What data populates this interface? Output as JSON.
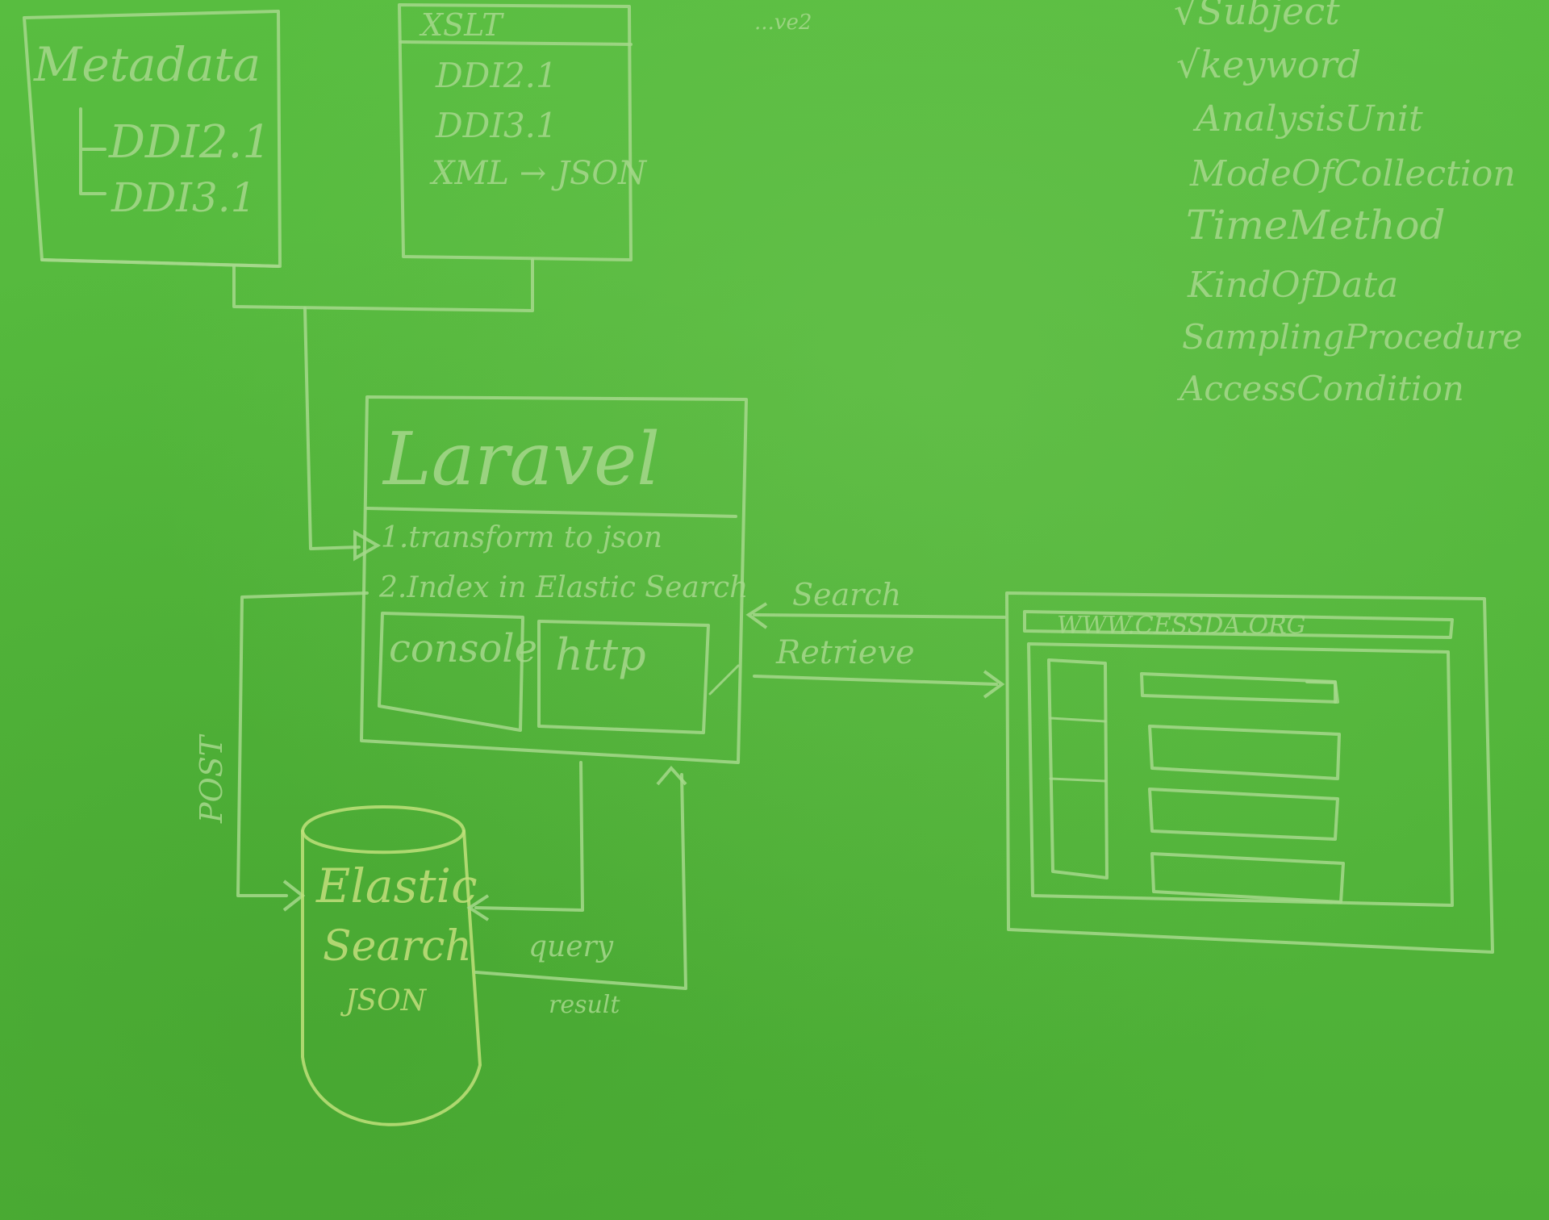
{
  "metadata_box": {
    "title": "Metadata",
    "items": [
      "DDI2.1",
      "DDI3.1"
    ]
  },
  "xslt_box": {
    "title": "XSLT",
    "items": [
      "DDI2.1",
      "DDI3.1",
      "XML → JSON"
    ]
  },
  "top_label": "...ve2",
  "fields_list": [
    "√Subject",
    "√keyword",
    "AnalysisUnit",
    "ModeOfCollection",
    "TimeMethod",
    "KindOfData",
    "SamplingProcedure",
    "AccessCondition"
  ],
  "laravel_box": {
    "title": "Laravel",
    "steps": [
      "1.transform to json",
      "2.Index in Elastic Search"
    ],
    "modules": [
      "console",
      "http"
    ]
  },
  "edges": {
    "search": "Search",
    "retrieve": "Retrieve",
    "post": "POST",
    "query": "query",
    "result": "result"
  },
  "elastic": {
    "line1": "Elastic",
    "line2": "Search",
    "line3": "JSON"
  },
  "browser": {
    "url": "WWW.CESSDA.ORG"
  },
  "colors": {
    "board": "#55b93c",
    "chalk": "#a6d88c",
    "chalk_yellow": "#c3df7c"
  }
}
